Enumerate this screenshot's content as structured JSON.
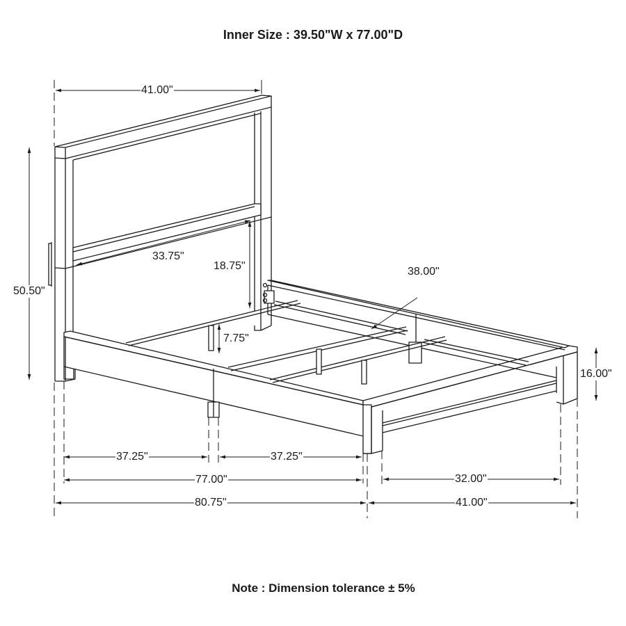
{
  "header": {
    "title": "Inner Size : 39.50\"W x 77.00\"D"
  },
  "footer": {
    "note": "Note : Dimension tolerance ± 5%"
  },
  "diagram": {
    "subject": "bed-frame-line-drawing",
    "stroke_color": "#1a1a1a",
    "background": "#ffffff",
    "dimensions": {
      "headboard_width": "41.00\"",
      "overall_height": "50.50\"",
      "headboard_inner_width": "33.75\"",
      "headboard_lower_panel_height": "18.75\"",
      "slat_support_leg_height": "7.75\"",
      "slat_length": "38.00\"",
      "footboard_height": "16.00\"",
      "side_rail_section_1": "37.25\"",
      "side_rail_section_2": "37.25\"",
      "inner_length": "77.00\"",
      "overall_length": "80.75\"",
      "footboard_inner_width": "32.00\"",
      "overall_width": "41.00\""
    }
  }
}
